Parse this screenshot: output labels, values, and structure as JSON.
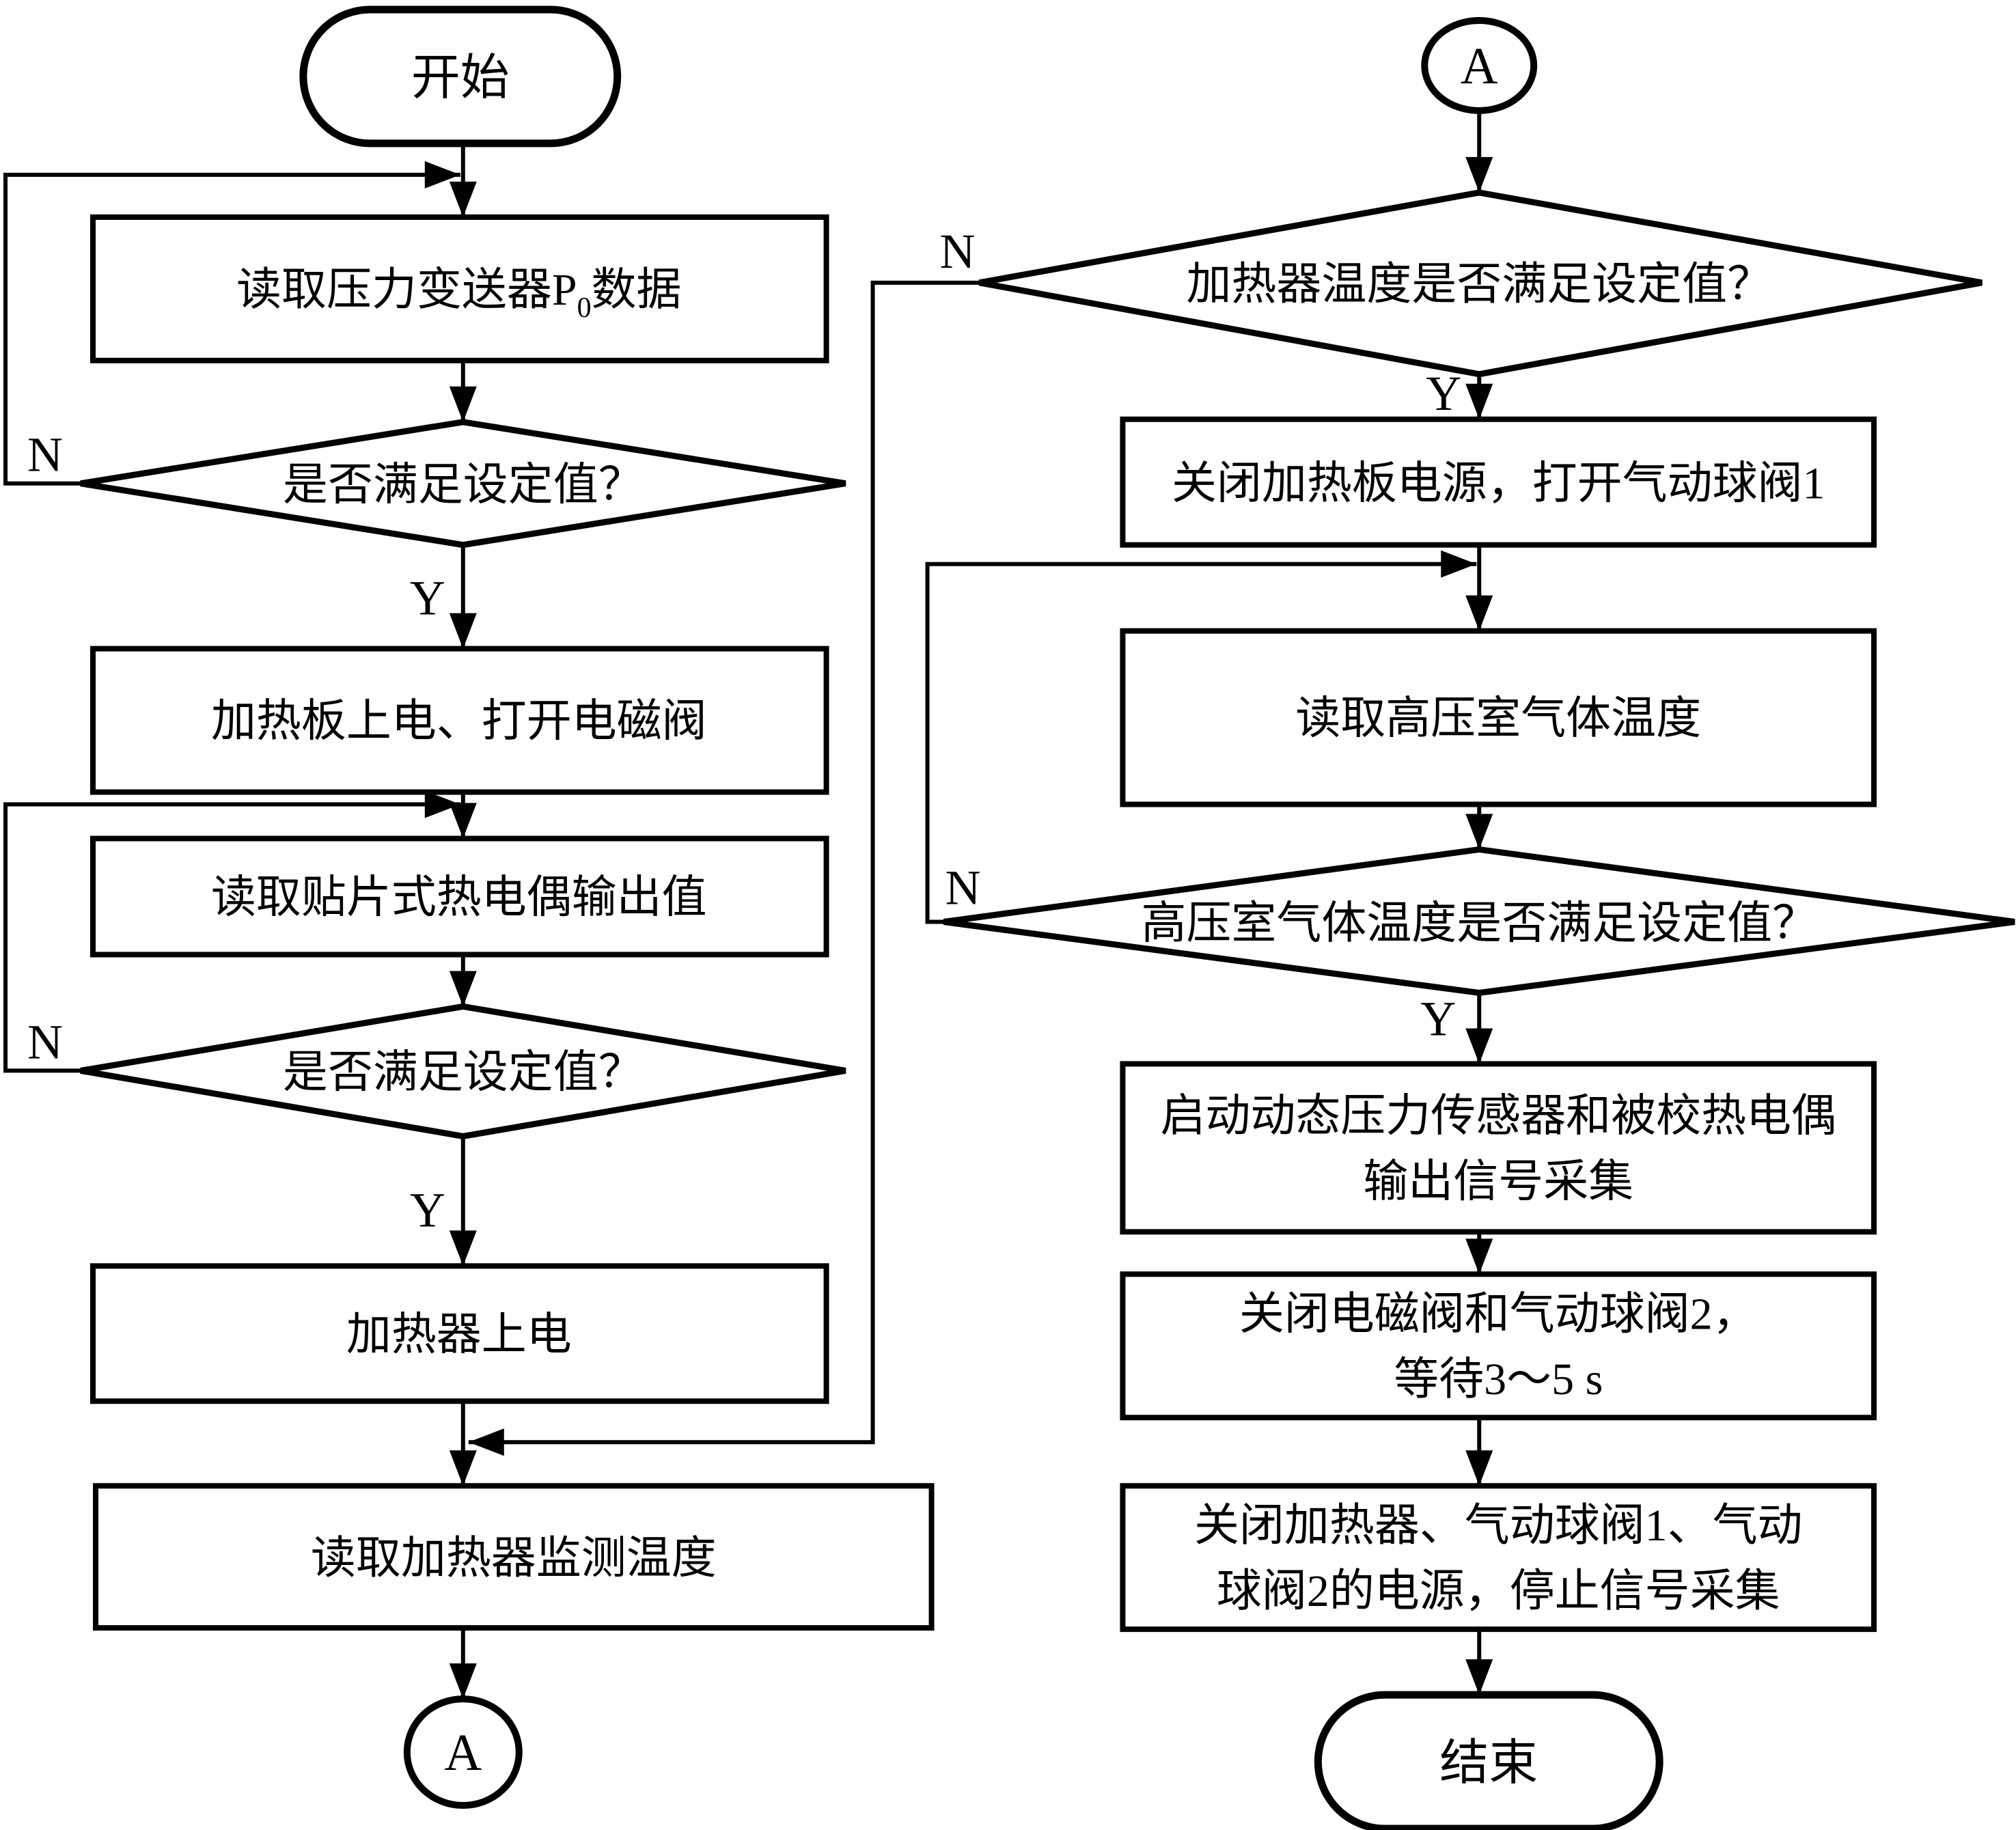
{
  "colors": {
    "ink": "#000000",
    "paper": "#ffffff"
  },
  "labels": {
    "yes": "Y",
    "no": "N"
  },
  "left": {
    "start": "开始",
    "read_pressure_pre": "读取压力变送器P",
    "read_pressure_sub": "0",
    "read_pressure_post": "数据",
    "check_setpoint_1": "是否满足设定值？",
    "power_heating_plate": "加热板上电、打开电磁阀",
    "read_thermocouple": "读取贴片式热电偶输出值",
    "check_setpoint_2": "是否满足设定值？",
    "power_heater": "加热器上电",
    "read_heater_temp": "读取加热器监测温度",
    "connector_a": "A"
  },
  "right": {
    "connector_a": "A",
    "check_heater_temp": "加热器温度是否满足设定值？",
    "close_heating_plate": "关闭加热板电源，打开气动球阀1",
    "read_chamber_temp": "读取高压室气体温度",
    "check_chamber_temp": "高压室气体温度是否满足设定值？",
    "start_acq_line1": "启动动态压力传感器和被校热电偶",
    "start_acq_line2": "输出信号采集",
    "close_valves_line1": "关闭电磁阀和气动球阀2，",
    "close_valves_line2": "等待3～5 s",
    "shutdown_line1": "关闭加热器、气动球阀1、气动",
    "shutdown_line2": "球阀2的电源，停止信号采集",
    "end": "结束"
  }
}
